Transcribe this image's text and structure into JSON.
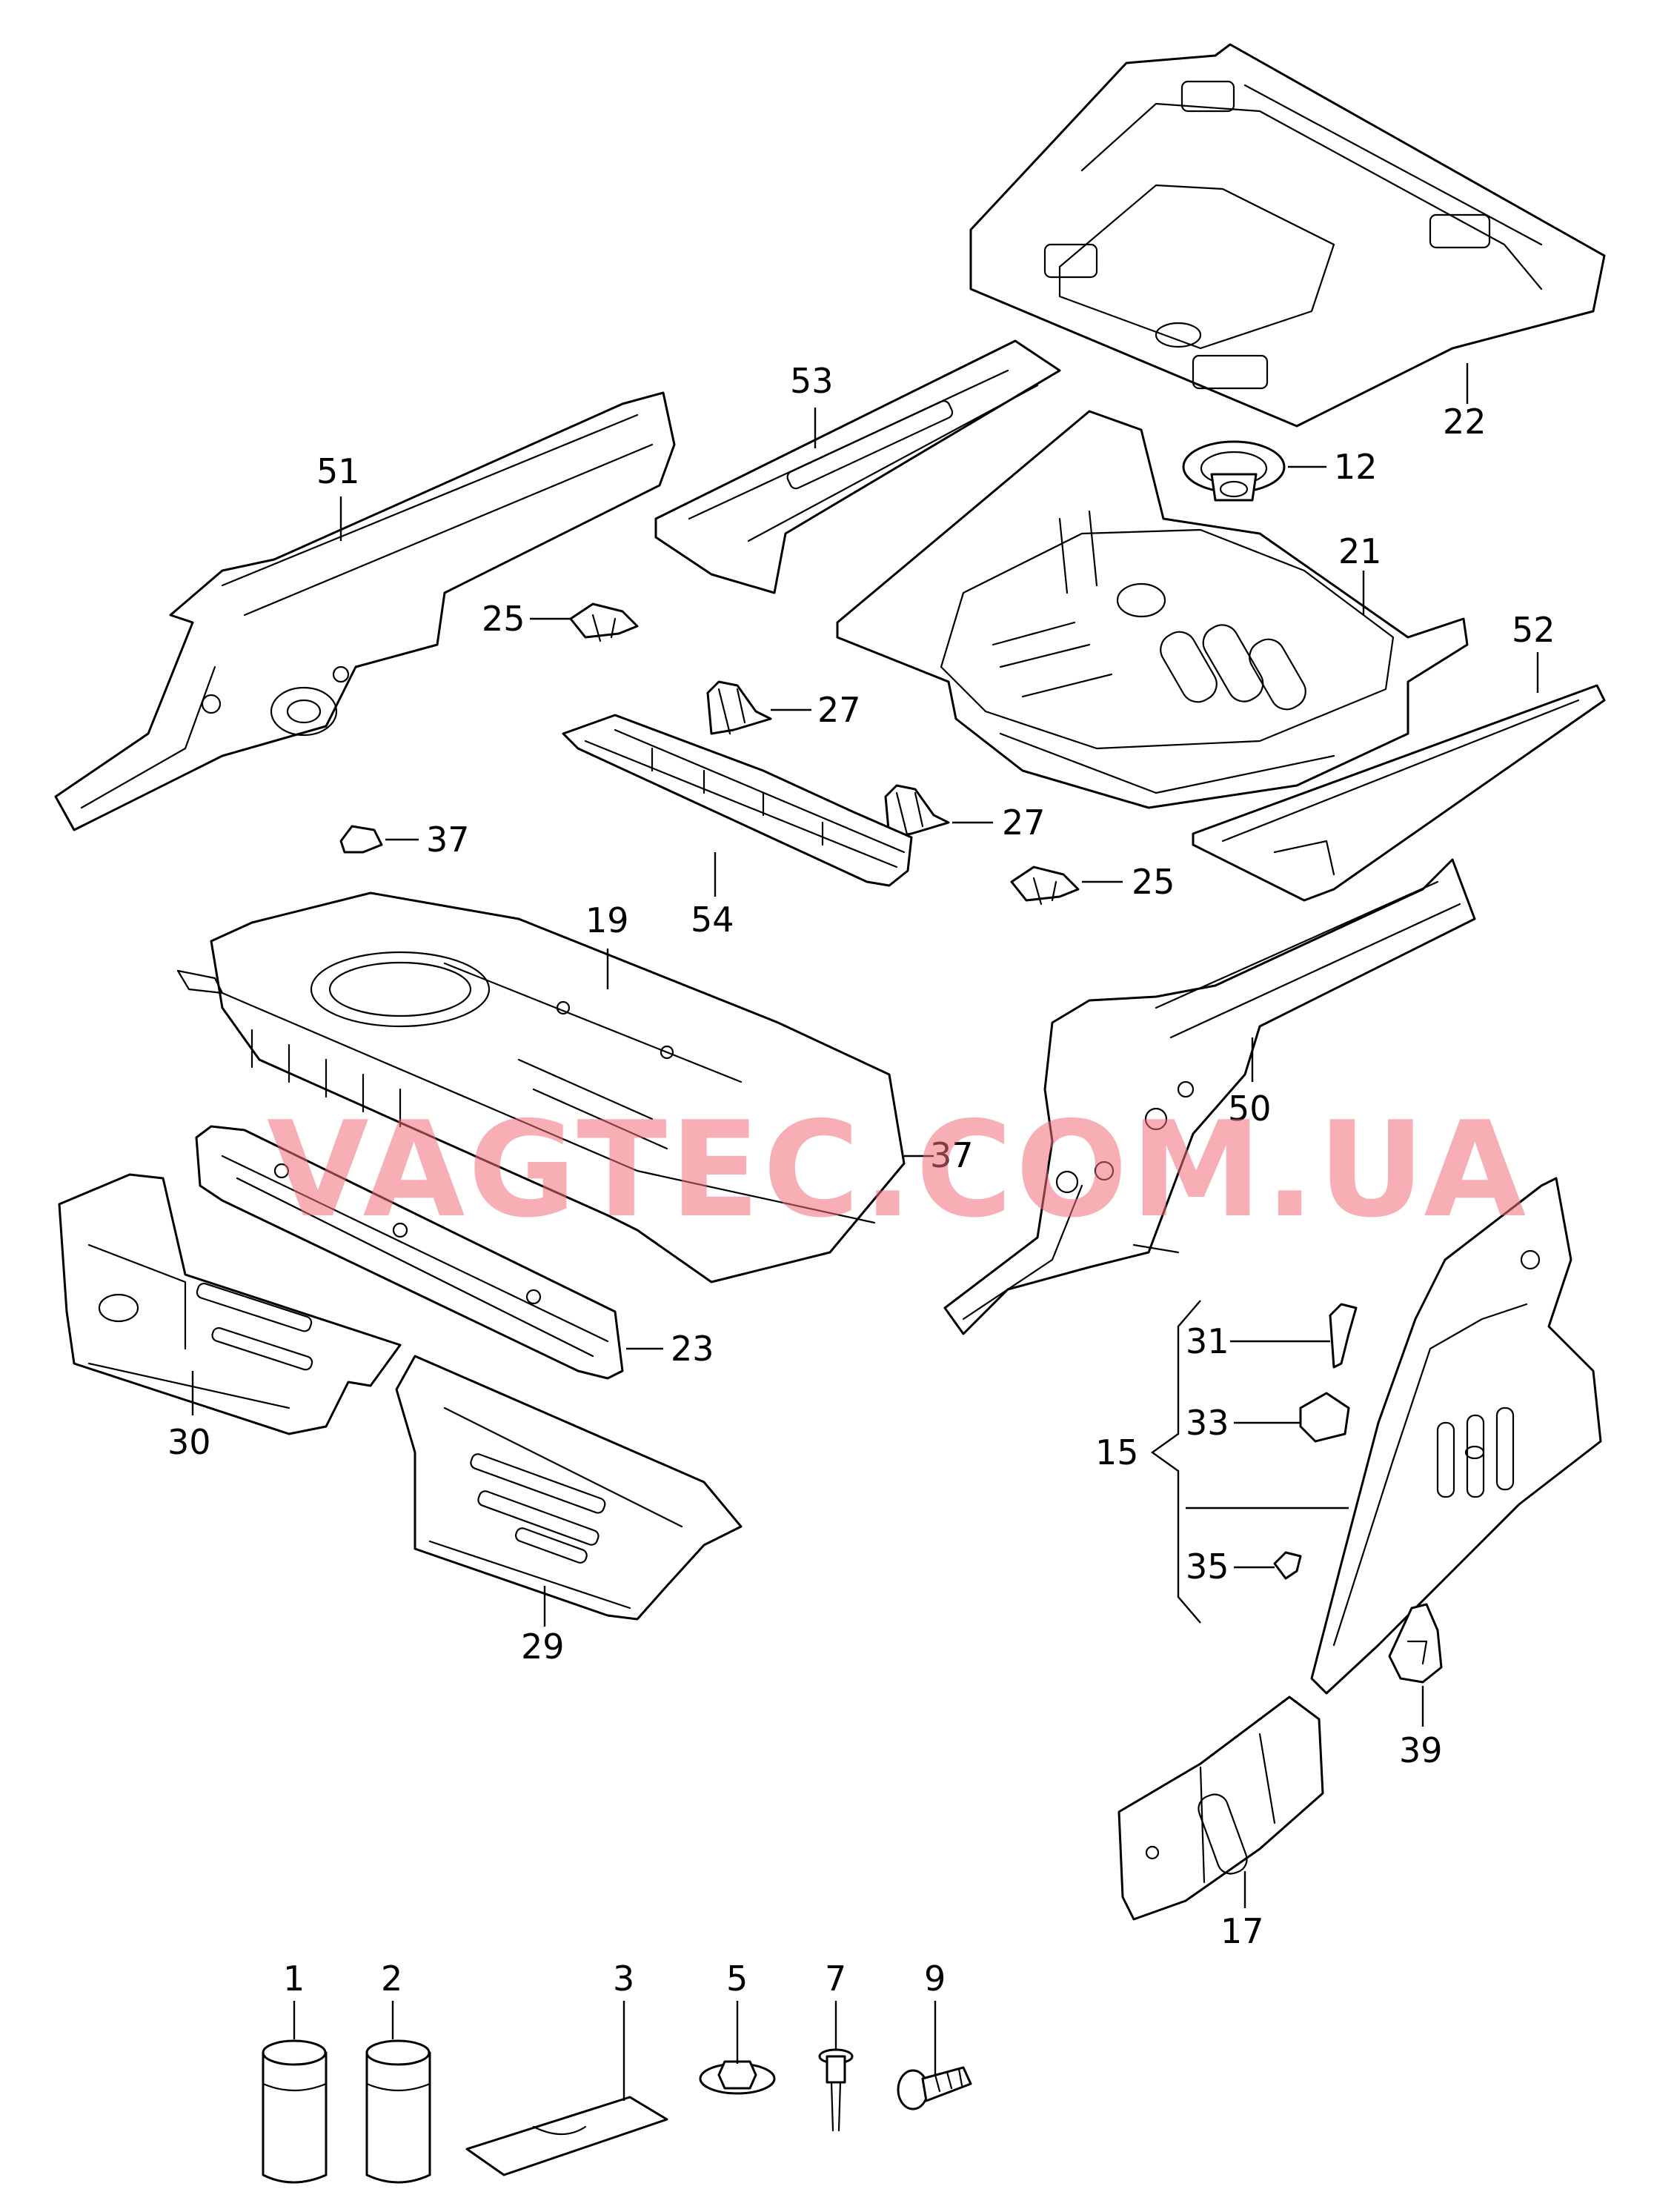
{
  "watermark": {
    "text": "VAGTEC.COM.UA",
    "color": "#f26b78"
  },
  "callouts": {
    "c1": "1",
    "c2": "2",
    "c3": "3",
    "c5": "5",
    "c7": "7",
    "c9": "9",
    "c12": "12",
    "c15": "15",
    "c17": "17",
    "c19": "19",
    "c21": "21",
    "c22": "22",
    "c23": "23",
    "c25a": "25",
    "c25b": "25",
    "c27a": "27",
    "c27b": "27",
    "c29": "29",
    "c30": "30",
    "c31": "31",
    "c33": "33",
    "c35": "35",
    "c37a": "37",
    "c37b": "37",
    "c39": "39",
    "c50": "50",
    "c51": "51",
    "c52": "52",
    "c53": "53",
    "c54": "54"
  }
}
